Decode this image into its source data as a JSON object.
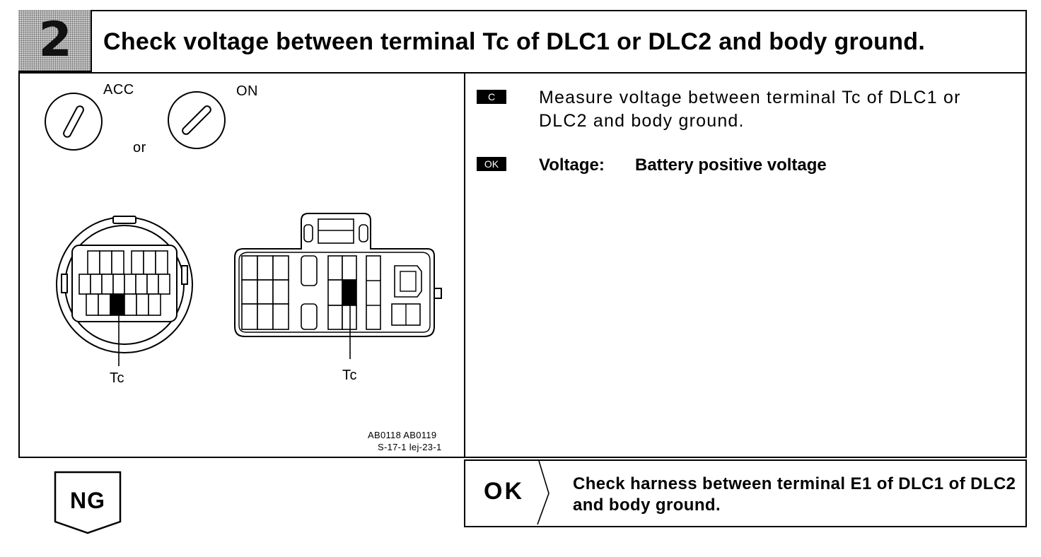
{
  "step": {
    "number": "2",
    "title": "Check voltage between terminal Tc of DLC1 or DLC2 and body ground."
  },
  "figure": {
    "ignition_positions": [
      "ACC",
      "ON"
    ],
    "or_label": "or",
    "dlc1_terminal_label": "Tc",
    "dlc2_terminal_label": "Tc",
    "codes_line1": "AB0118 AB0119",
    "codes_line2": "S-17-1 lej-23-1"
  },
  "instructions": {
    "check_tag": "C",
    "measure_text": "Measure voltage between terminal Tc of DLC1 or DLC2 and body ground.",
    "ok_tag": "OK",
    "voltage_label": "Voltage:",
    "voltage_value": "Battery positive voltage"
  },
  "results": {
    "ok_label": "OK",
    "ok_action": "Check harness between terminal E1 of DLC1 of DLC2 and body ground.",
    "ng_label": "NG"
  }
}
